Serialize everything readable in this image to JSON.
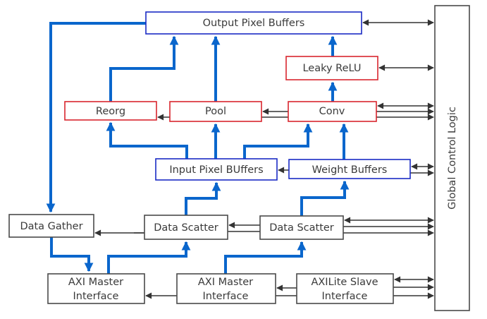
{
  "diagram": {
    "title": "CNN Accelerator Architecture Block Diagram",
    "colors": {
      "data_bus": "#0a66cc",
      "control_line": "#333333",
      "buffer_border": "#1a2bc4",
      "compute_border": "#d9262e",
      "io_border": "#4a4a4a",
      "text": "#3a3a3a"
    },
    "blocks": {
      "output_pixel_buffers": {
        "label": "Output Pixel Buffers",
        "kind": "buffer"
      },
      "leaky_relu": {
        "label": "Leaky ReLU",
        "kind": "compute"
      },
      "reorg": {
        "label": "Reorg",
        "kind": "compute"
      },
      "pool": {
        "label": "Pool",
        "kind": "compute"
      },
      "conv": {
        "label": "Conv",
        "kind": "compute"
      },
      "input_pixel_buffers": {
        "label": "Input Pixel BUffers",
        "kind": "buffer"
      },
      "weight_buffers": {
        "label": "Weight Buffers",
        "kind": "buffer"
      },
      "global_control_logic": {
        "label": "Global Control Logic",
        "kind": "control"
      },
      "data_gather": {
        "label": "Data Gather",
        "kind": "io"
      },
      "data_scatter_1": {
        "label": "Data Scatter",
        "kind": "io"
      },
      "data_scatter_2": {
        "label": "Data Scatter",
        "kind": "io"
      },
      "axi_master_1": {
        "label_line1": "AXI Master",
        "label_line2": "Interface",
        "kind": "io"
      },
      "axi_master_2": {
        "label_line1": "AXI Master",
        "label_line2": "Interface",
        "kind": "io"
      },
      "axilite_slave": {
        "label_line1": "AXILite Slave",
        "label_line2": "Interface",
        "kind": "io"
      }
    },
    "data_flows": [
      {
        "from": "reorg",
        "to": "output_pixel_buffers"
      },
      {
        "from": "pool",
        "to": "output_pixel_buffers"
      },
      {
        "from": "leaky_relu",
        "to": "output_pixel_buffers"
      },
      {
        "from": "conv",
        "to": "leaky_relu"
      },
      {
        "from": "input_pixel_buffers",
        "to": "reorg"
      },
      {
        "from": "input_pixel_buffers",
        "to": "pool"
      },
      {
        "from": "input_pixel_buffers",
        "to": "conv"
      },
      {
        "from": "weight_buffers",
        "to": "conv"
      },
      {
        "from": "output_pixel_buffers",
        "to": "data_gather"
      },
      {
        "from": "data_gather",
        "to": "axi_master_1"
      },
      {
        "from": "axi_master_1",
        "to": "data_scatter_1"
      },
      {
        "from": "axi_master_2",
        "to": "data_scatter_2"
      },
      {
        "from": "data_scatter_1",
        "to": "input_pixel_buffers"
      },
      {
        "from": "data_scatter_2",
        "to": "weight_buffers"
      }
    ],
    "control_flows": [
      {
        "from": "conv",
        "to": "pool"
      },
      {
        "from": "pool",
        "to": "reorg"
      },
      {
        "from": "weight_buffers",
        "to": "input_pixel_buffers"
      },
      {
        "from": "data_scatter_2",
        "to": "data_scatter_1"
      },
      {
        "from": "data_scatter_1",
        "to": "data_gather"
      },
      {
        "from": "axilite_slave",
        "to": "axi_master_2"
      },
      {
        "from": "axi_master_2",
        "to": "axi_master_1"
      },
      {
        "between": [
          "global_control_logic",
          "output_pixel_buffers"
        ],
        "bidirectional": true
      },
      {
        "between": [
          "global_control_logic",
          "leaky_relu"
        ],
        "bidirectional": true
      },
      {
        "between": [
          "global_control_logic",
          "conv"
        ],
        "bidirectional": true,
        "extra_outputs": 2
      },
      {
        "between": [
          "global_control_logic",
          "weight_buffers"
        ],
        "bidirectional": true,
        "extra_outputs": 1
      },
      {
        "between": [
          "global_control_logic",
          "data_scatter_2"
        ],
        "bidirectional": true,
        "extra_outputs": 2
      },
      {
        "between": [
          "global_control_logic",
          "axilite_slave"
        ],
        "bidirectional": true,
        "extra_outputs": 2
      }
    ]
  }
}
